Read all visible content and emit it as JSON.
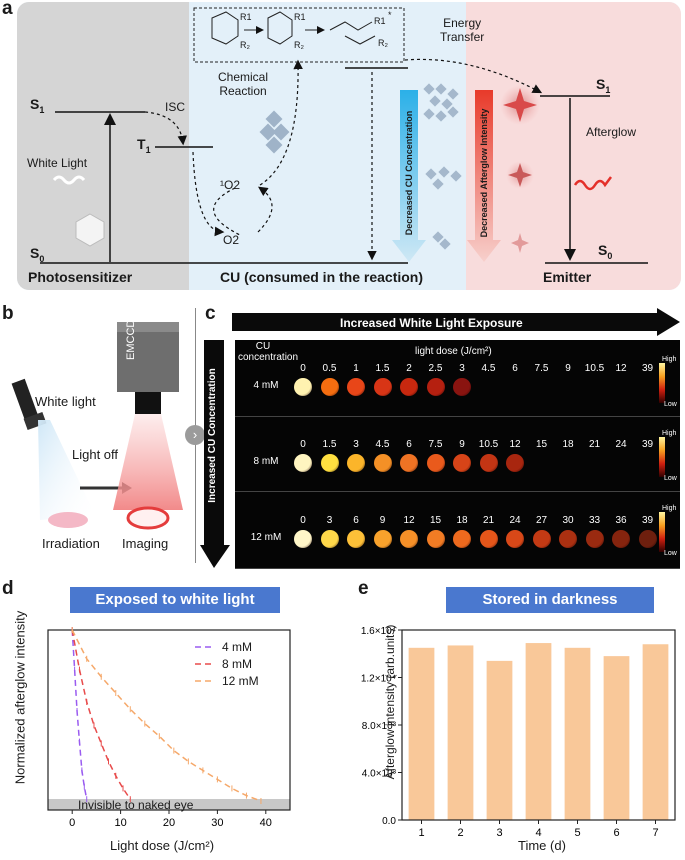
{
  "panel_a": {
    "letter": "a",
    "sections": {
      "photosensitizer": "Photosensitizer",
      "cu": "CU (consumed in the reaction)",
      "emitter": "Emitter"
    },
    "levels": {
      "s1_left": "S",
      "s1_sub": "1",
      "t1": "T",
      "t1_sub": "1",
      "s0_left": "S",
      "s0_sub": "0",
      "s1_right": "S",
      "s1r_sub": "1",
      "s0_right": "S",
      "s0r_sub": "0"
    },
    "isc": "ISC",
    "white_light": "White Light",
    "singlet_oxygen": "¹O2",
    "oxygen": "O2",
    "chem_reaction": "Chemical\nReaction",
    "energy_transfer": "Energy\nTransfer",
    "afterglow": "Afterglow",
    "decreased_cu": "Decreased CU Concentration",
    "decreased_afterglow": "Decreased Afterglow Intensity",
    "scheme_labels": {
      "r1": "R1",
      "r2": "R₂",
      "r1b": "R1",
      "r2b": "R₂",
      "r1c": "R1",
      "r2c": "R₂",
      "star": "*"
    },
    "colors": {
      "left_bg": "#d4d4d4",
      "mid_bg": "#e3f0f9",
      "right_bg": "#f8dcdc",
      "diamond": "#9fb3c8",
      "star": "#d95c5c"
    }
  },
  "panel_b": {
    "letter": "b",
    "white_light": "White light",
    "light_off": "Light off",
    "emccd": "EMCCD",
    "irradiation": "Irradiation",
    "imaging": "Imaging"
  },
  "panel_c": {
    "letter": "c",
    "increased_exposure": "Increased White Light Exposure",
    "increased_cu": "Increased CU Concentration",
    "cu_concentration": "CU\nconcentration",
    "light_dose": "light dose (J/cm²)",
    "colorbar_high": "High",
    "colorbar_low": "Low",
    "rows": [
      {
        "conc": "4 mM",
        "doses": [
          "0",
          "0.5",
          "1",
          "1.5",
          "2",
          "2.5",
          "3",
          "4.5",
          "6",
          "7.5",
          "9",
          "10.5",
          "12",
          "39"
        ],
        "visible_dots": 7
      },
      {
        "conc": "8 mM",
        "doses": [
          "0",
          "1.5",
          "3",
          "4.5",
          "6",
          "7.5",
          "9",
          "10.5",
          "12",
          "15",
          "18",
          "21",
          "24",
          "39"
        ],
        "visible_dots": 9
      },
      {
        "conc": "12 mM",
        "doses": [
          "0",
          "3",
          "6",
          "9",
          "12",
          "15",
          "18",
          "21",
          "24",
          "27",
          "30",
          "33",
          "36",
          "39"
        ],
        "visible_dots": 14
      }
    ]
  },
  "panel_d": {
    "letter": "d",
    "title": "Exposed to white light",
    "ylabel": "Normalized afterglow intensity",
    "xlabel": "Light dose (J/cm²)",
    "invisible_label": "Invisible to naked eye",
    "xticks": [
      "0",
      "10",
      "20",
      "30",
      "40"
    ],
    "legend": [
      "4 mM",
      "8 mM",
      "12 mM"
    ]
  },
  "panel_e": {
    "letter": "e",
    "title": "Stored in darkness",
    "ylabel": "Afterglow intensity (arb.units)",
    "xlabel": "Time (d)",
    "yticks": [
      "0.0",
      "4.0×10³",
      "8.0×10³",
      "1.2×10⁴",
      "1.6×10⁴"
    ]
  },
  "chart_data": [
    {
      "type": "line",
      "title": "Exposed to white light",
      "xlabel": "Light dose (J/cm²)",
      "ylabel": "Normalized afterglow intensity",
      "xlim": [
        -5,
        45
      ],
      "ylim": [
        0,
        1
      ],
      "series": [
        {
          "name": "4 mM",
          "color": "#9a5cf0",
          "x": [
            0,
            0.5,
            1,
            1.5,
            2,
            2.5,
            3
          ],
          "y": [
            1.0,
            0.78,
            0.55,
            0.38,
            0.22,
            0.13,
            0.06
          ]
        },
        {
          "name": "8 mM",
          "color": "#e84b4b",
          "x": [
            0,
            1.5,
            3,
            4.5,
            6,
            7.5,
            9,
            10.5,
            12
          ],
          "y": [
            1.0,
            0.78,
            0.6,
            0.47,
            0.37,
            0.27,
            0.19,
            0.12,
            0.06
          ]
        },
        {
          "name": "12 mM",
          "color": "#f5a86a",
          "x": [
            0,
            3,
            6,
            9,
            12,
            15,
            18,
            21,
            24,
            27,
            30,
            33,
            36,
            39
          ],
          "y": [
            1.0,
            0.84,
            0.74,
            0.65,
            0.56,
            0.48,
            0.41,
            0.33,
            0.27,
            0.22,
            0.17,
            0.12,
            0.08,
            0.05
          ]
        }
      ],
      "invisible_threshold": 0.05
    },
    {
      "type": "bar",
      "title": "Stored in darkness",
      "xlabel": "Time (d)",
      "ylabel": "Afterglow intensity (arb.units)",
      "categories": [
        "1",
        "2",
        "3",
        "4",
        "5",
        "6",
        "7"
      ],
      "values": [
        14500,
        14700,
        13400,
        14900,
        14500,
        13800,
        14800
      ],
      "ylim": [
        0,
        16000
      ],
      "color": "#f9c899"
    }
  ]
}
